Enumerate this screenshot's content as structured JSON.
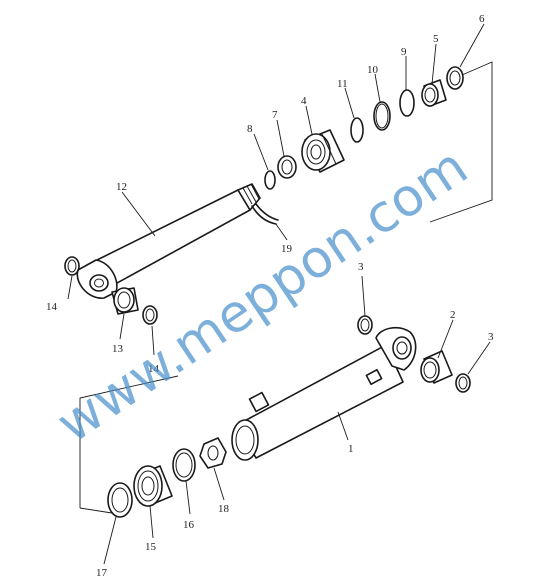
{
  "watermark": {
    "text": "www.meppon.com",
    "color": "#4a90cc"
  },
  "callouts": {
    "p1": "1",
    "p2": "2",
    "p3a": "3",
    "p3b": "3",
    "p4": "4",
    "p5": "5",
    "p6": "6",
    "p7": "7",
    "p8": "8",
    "p9": "9",
    "p10": "10",
    "p11": "11",
    "p12": "12",
    "p13": "13",
    "p14a": "14",
    "p14b": "14",
    "p15": "15",
    "p16": "16",
    "p17": "17",
    "p18": "18",
    "p19": "19"
  }
}
